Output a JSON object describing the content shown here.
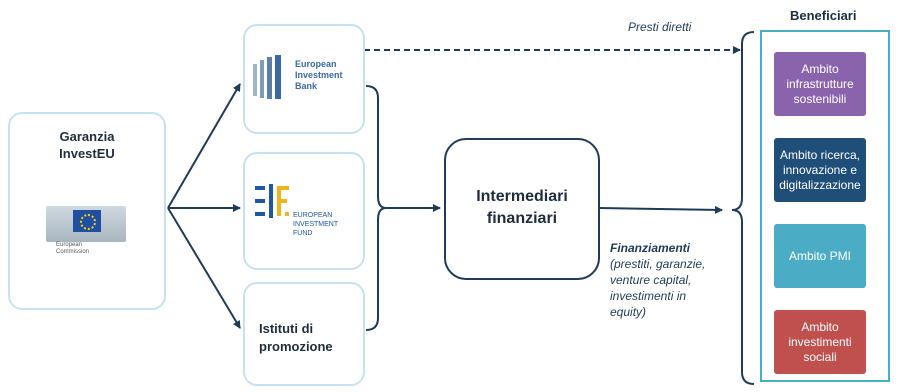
{
  "guarantee": {
    "title_line1": "Garanzia",
    "title_line2": "InvestEU",
    "logo_caption_line1": "European",
    "logo_caption_line2": "Commission"
  },
  "partners": {
    "eib": {
      "line1": "European",
      "line2": "Investment",
      "line3": "Bank"
    },
    "eif": {
      "line1": "EUROPEAN",
      "line2": "INVESTMENT",
      "line3": "FUND"
    },
    "promo": {
      "line1": "Istituti di",
      "line2": "promozione"
    }
  },
  "intermediaries": {
    "line1": "Intermediari",
    "line2": "finanziari"
  },
  "direct_loans_label": "Presti diretti",
  "financing": {
    "title": "Finanziamenti",
    "line1": "(prestiti, garanzie,",
    "line2": "venture capital,",
    "line3": "investimenti in",
    "line4": "equity)"
  },
  "beneficiaries": {
    "title": "Beneficiari",
    "items": [
      {
        "lines": [
          "Ambito",
          "infrastrutture",
          "sostenibili"
        ],
        "color": "#8a63ad"
      },
      {
        "lines": [
          "Ambito ricerca,",
          "innovazione e",
          "digitalizzazione"
        ],
        "color": "#1f4e79"
      },
      {
        "lines": [
          "Ambito PMI"
        ],
        "color": "#4bacc6"
      },
      {
        "lines": [
          "Ambito",
          "investimenti",
          "sociali"
        ],
        "color": "#c0504d"
      }
    ]
  },
  "colors": {
    "arrow": "#1f3b57",
    "light_border": "#c8e1f2",
    "panel_border": "#4bacc6",
    "eib_brand": "#3b6aa3",
    "eif_brand": "#1f56a0",
    "eif_accent": "#f2b21a"
  }
}
